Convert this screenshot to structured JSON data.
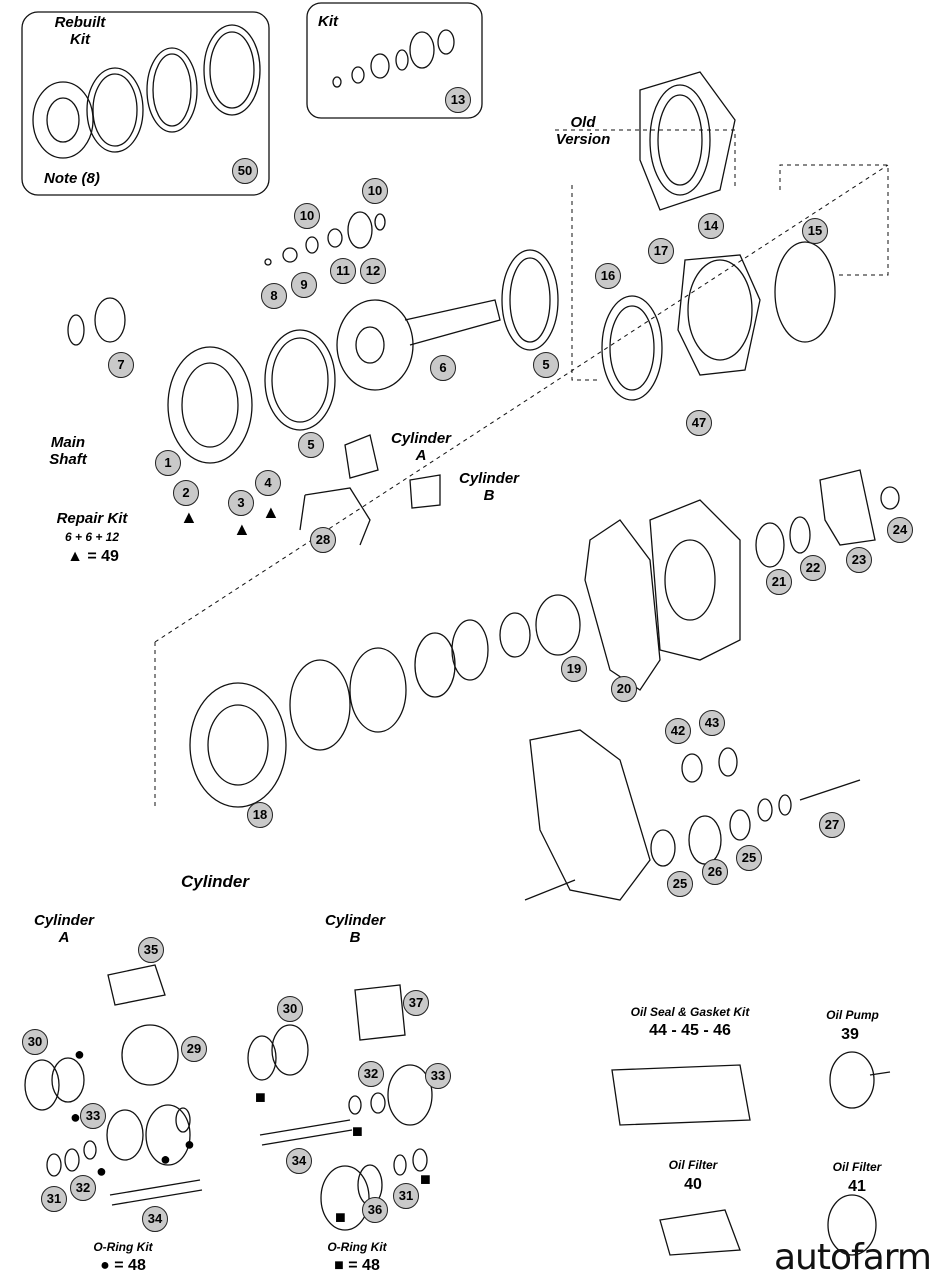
{
  "labels": {
    "rebuilt_kit": "Rebuilt\nKit",
    "note": "Note (8)",
    "kit": "Kit",
    "old_version": "Old\nVersion",
    "main_shaft": "Main\nShaft",
    "cylinder_a_top": "Cylinder\nA",
    "cylinder_b_top": "Cylinder\nB",
    "repair_kit": "Repair Kit",
    "repair_kit_parts": "6 + 6 + 12",
    "repair_kit_eq": "▲ = 49",
    "cylinder_section": "Cylinder",
    "cylinder_a": "Cylinder\nA",
    "cylinder_b": "Cylinder\nB",
    "oring_kit_a": "O-Ring Kit",
    "oring_kit_a_eq": "● = 48",
    "oring_kit_b": "O-Ring Kit",
    "oring_kit_b_eq": "■ = 48",
    "oil_seal_kit": "Oil Seal & Gasket Kit",
    "oil_seal_kit_nums": "44 - 45 - 46",
    "oil_pump": "Oil Pump",
    "oil_pump_num": "39",
    "oil_filter_40": "Oil Filter",
    "oil_filter_40_num": "40",
    "oil_filter_41": "Oil Filter",
    "oil_filter_41_num": "41",
    "watermark": "autofarm"
  },
  "callouts": [
    "50",
    "13",
    "14",
    "15",
    "16",
    "17",
    "47",
    "10",
    "10",
    "11",
    "12",
    "8",
    "9",
    "6",
    "5",
    "5",
    "7",
    "1",
    "2",
    "3",
    "4",
    "28",
    "20",
    "24",
    "23",
    "22",
    "21",
    "19",
    "18",
    "42",
    "43",
    "27",
    "25",
    "26",
    "25",
    "35",
    "30",
    "29",
    "33",
    "31",
    "32",
    "34",
    "30",
    "37",
    "32",
    "33",
    "36",
    "31",
    "34"
  ]
}
